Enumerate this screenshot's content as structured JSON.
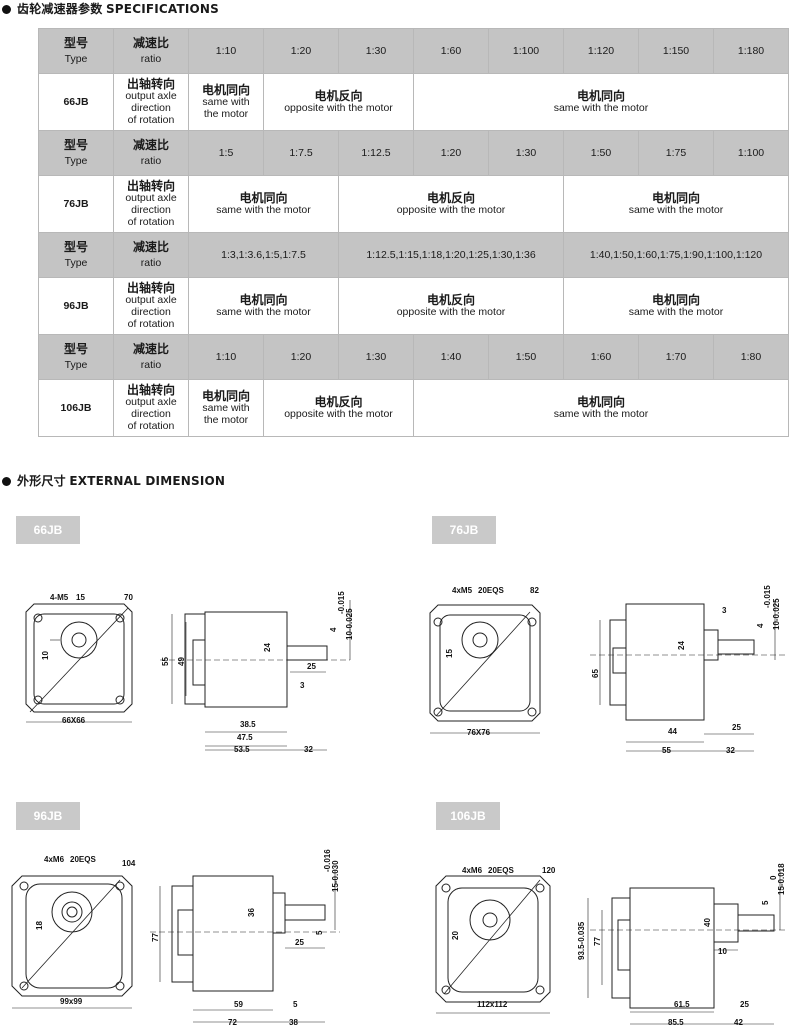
{
  "spec_section": {
    "title_cn": "齿轮减速器参数",
    "title_en": "SPECIFICATIONS"
  },
  "dim_section": {
    "title_cn": "外形尺寸",
    "title_en": "EXTERNAL DIMENSION"
  },
  "labels": {
    "type_cn": "型号",
    "type_en": "Type",
    "ratio_cn": "减速比",
    "ratio_en": "ratio",
    "axle_cn": "出轴转向",
    "axle_en1": "output axle",
    "axle_en2": "direction",
    "axle_en3": "of rotation",
    "same_cn": "电机同向",
    "same_en": "same with the motor",
    "same_en_a": "same with",
    "same_en_b": "the motor",
    "opp_cn": "电机反向",
    "opp_en": "opposite  with the motor"
  },
  "models": {
    "m66": "66JB",
    "m76": "76JB",
    "m96": "96JB",
    "m106": "106JB"
  },
  "ratios_66": [
    "1:10",
    "1:20",
    "1:30",
    "1:60",
    "1:100",
    "1:120",
    "1:150",
    "1:180"
  ],
  "ratios_76": [
    "1:5",
    "1:7.5",
    "1:12.5",
    "1:20",
    "1:30",
    "1:50",
    "1:75",
    "1:100"
  ],
  "ratios_96": [
    "1:3,1:3.6,1:5,1:7.5",
    "1:12.5,1:15,1:18,1:20,1:25,1:30,1:36",
    "1:40,1:50,1:60,1:75,1:90,1:100,1:120"
  ],
  "ratios_106": [
    "1:10",
    "1:20",
    "1:30",
    "1:40",
    "1:50",
    "1:60",
    "1:70",
    "1:80"
  ],
  "drawings": {
    "d66": {
      "label": "66JB",
      "holes": "4-M5",
      "holes_depth": "15",
      "dia": "70",
      "offset": "10",
      "square": "66X66",
      "body_dia": "55",
      "pilot_dia": "49",
      "shaft_dia": "24",
      "shaft_len": "25",
      "step": "3",
      "tol": "-0.015",
      "tol2": "10-0.025",
      "key": "4",
      "l1": "38.5",
      "l2": "47.5",
      "l3": "53.5",
      "l4": "32"
    },
    "d76": {
      "label": "76JB",
      "holes": "4xM5",
      "holes_depth": "20EQS",
      "dia": "82",
      "offset": "15",
      "square": "76X76",
      "body_dia": "65",
      "shaft_dia": "24",
      "shaft_len": "25",
      "step": "3",
      "tol": "-0.015",
      "tol2": "10-0.025",
      "key": "4",
      "l1": "44",
      "l3": "55",
      "l4": "32"
    },
    "d96": {
      "label": "96JB",
      "holes": "4xM6",
      "holes_depth": "20EQS",
      "dia": "104",
      "offset": "18",
      "square": "99x99",
      "body_dia": "77",
      "shaft_dia": "36",
      "shaft_len": "25",
      "tol": "-0.016",
      "tol2": "15-0.030",
      "key": "5",
      "l1": "59",
      "l2": "5",
      "l3": "72",
      "l4": "38"
    },
    "d106": {
      "label": "106JB",
      "holes": "4xM6",
      "holes_depth": "20EQS",
      "dia": "120",
      "offset": "20",
      "square": "112x112",
      "body_dia": "93.5-0.035",
      "pilot_dia": "77",
      "shaft_dia": "40",
      "shaft_len": "25",
      "step": "10",
      "tol": "0",
      "tol2": "15-0.018",
      "key": "5",
      "l1": "61.5",
      "l3": "85.5",
      "l4": "42"
    }
  }
}
